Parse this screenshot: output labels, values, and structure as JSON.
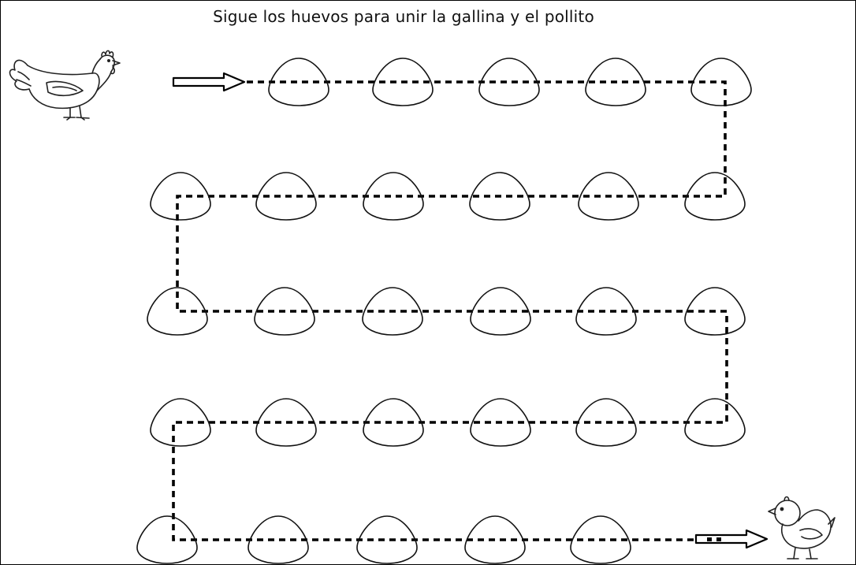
{
  "worksheet": {
    "title": "Sigue los huevos para unir la gallina y el pollito",
    "start_icon": "hen-icon",
    "end_icon": "chick-icon",
    "arrow_icon": "arrow-right-icon",
    "egg_icon": "egg-icon",
    "rows": [
      {
        "row": 1,
        "egg_count": 5
      },
      {
        "row": 2,
        "egg_count": 6
      },
      {
        "row": 3,
        "egg_count": 6
      },
      {
        "row": 4,
        "egg_count": 6
      },
      {
        "row": 5,
        "egg_count": 5
      }
    ],
    "colors": {
      "line": "#000000",
      "paper": "#ffffff"
    }
  }
}
